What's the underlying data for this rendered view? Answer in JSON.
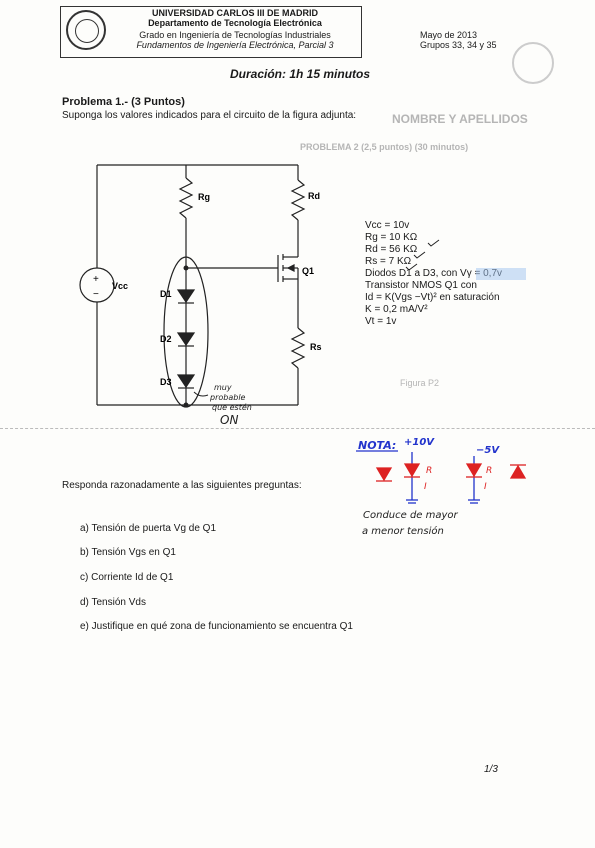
{
  "header": {
    "university": "UNIVERSIDAD CARLOS III DE MADRID",
    "department": "Departamento de Tecnología Electrónica",
    "degree": "Grado en Ingeniería de Tecnologías Industriales",
    "course": "Fundamentos de Ingeniería Electrónica, Parcial 3",
    "date": "Mayo de 2013",
    "groups": "Grupos 33, 34 y 35"
  },
  "ghost_text": {
    "name_field": "NOMBRE Y APELLIDOS",
    "problem_bg": "PROBLEMA 2 (2,5 puntos) (30 minutos)",
    "figure_bg": "Figura P2"
  },
  "duration": "Duración: 1h 15 minutos",
  "problem": {
    "title": "Problema 1.- (3 Puntos)",
    "statement": "Suponga los valores indicados para el circuito de la figura adjunta:"
  },
  "circuit": {
    "labels": {
      "rg": "Rg",
      "rd": "Rd",
      "rs": "Rs",
      "vcc": "Vcc",
      "q1": "Q1",
      "d1": "D1",
      "d2": "D2",
      "d3": "D3",
      "plus": "+",
      "minus": "−"
    },
    "handwritten_note": [
      "muy",
      "probable",
      "que estén",
      "ON"
    ]
  },
  "parameters": [
    "Vcc = 10v",
    "Rg = 10 KΩ",
    "Rd = 56 KΩ",
    "Rs = 7 KΩ",
    "Diodos D1 a D3, con Vγ = 0,7v",
    "Transistor NMOS Q1 con",
    "Id = K(Vgs −Vt)²  en saturación",
    "K = 0,2 mA/V²",
    "Vt = 1v"
  ],
  "annotation": {
    "nota": "NOTA:",
    "v_pos": "+10V",
    "v_neg": "−5V",
    "r": "R",
    "i": "I",
    "conduce": [
      "Conduce de mayor",
      "a menor tensión"
    ]
  },
  "questions": {
    "intro": "Responda razonadamente a las siguientes preguntas:",
    "items": [
      "a)  Tensión de puerta Vg de Q1",
      "b)  Tensión Vgs en Q1",
      "c)  Corriente  Id de Q1",
      "d)  Tensión Vds",
      "e)  Justifique en qué zona de funcionamiento se encuentra Q1"
    ]
  },
  "page_number": "1/3",
  "colors": {
    "ink": "#1a1a1a",
    "highlight": "#9fc4ef",
    "pen_blue": "#2233cc",
    "pen_red": "#dd2222",
    "ghost": "#b5b5b5"
  }
}
